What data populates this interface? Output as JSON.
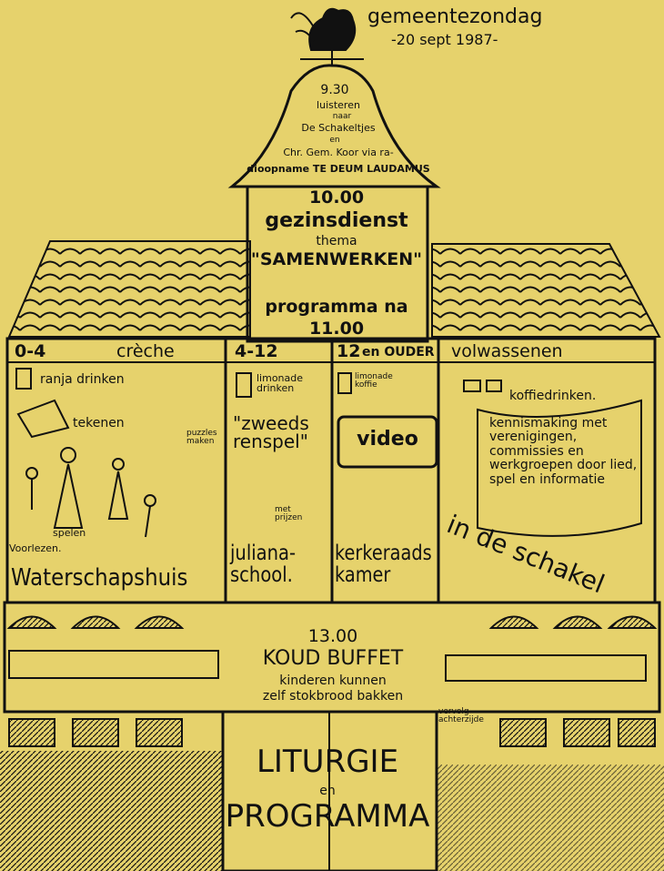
{
  "header": {
    "title": "gemeentezondag",
    "date": "-20 sept 1987-"
  },
  "tower": {
    "time_930": "9.30",
    "line1": "luisteren",
    "line2": "naar",
    "line3": "De Schakeltjes",
    "line4": "en",
    "line5": "Chr. Gem. Koor  via ra-",
    "line6": "dioopname TE DEUM LAUDAMUS",
    "time_1000": "10.00",
    "service": "gezinsdienst",
    "theme_label": "thema",
    "theme": "\"SAMENWERKEN\"",
    "program": "programma na",
    "time_1100": "11.00"
  },
  "columns": [
    {
      "age": "0-4",
      "title": "crèche",
      "items": [
        "ranja drinken",
        "tekenen",
        "puzzles maken",
        "spelen",
        "Voorlezen."
      ],
      "location": "Waterschapshuis"
    },
    {
      "age": "4-12",
      "title": "",
      "items": [
        "limonade drinken",
        "\"zweeds renspel\"",
        "met prijzen"
      ],
      "location": "juliana-school."
    },
    {
      "age": "12",
      "title": "en OUDER",
      "items": [
        "limonade koffie",
        "video"
      ],
      "location": "kerkeraads kamer"
    },
    {
      "age": "",
      "title": "volwassenen",
      "items": [
        "koffiedrinken.",
        "kennismaking met verenigingen, commissies en werkgroepen door lied, spel en informatie"
      ],
      "location": "in de schakel"
    }
  ],
  "buffet": {
    "time": "13.00",
    "title": "KOUD BUFFET",
    "line1": "kinderen kunnen",
    "line2": "zelf stokbrood bakken",
    "note": "vervolg achterzijde"
  },
  "footer": {
    "line1": "LITURGIE",
    "line2": "en",
    "line3": "PROGRAMMA"
  },
  "colors": {
    "paper": "#e6d26c",
    "ink": "#111111"
  }
}
